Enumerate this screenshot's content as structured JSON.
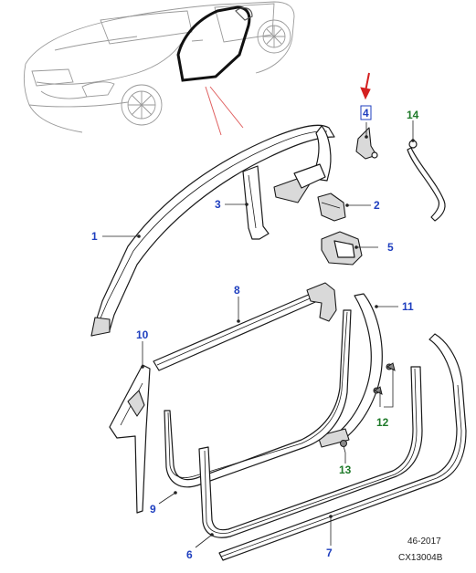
{
  "colors": {
    "callout_blue": "#1f3fbf",
    "callout_green": "#1f7a2a",
    "arrow_red": "#d42020"
  },
  "callouts": [
    {
      "id": "1",
      "label": "1",
      "color": "blue"
    },
    {
      "id": "2",
      "label": "2",
      "color": "blue"
    },
    {
      "id": "3",
      "label": "3",
      "color": "blue"
    },
    {
      "id": "4",
      "label": "4",
      "color": "blue",
      "boxed": true
    },
    {
      "id": "5",
      "label": "5",
      "color": "blue"
    },
    {
      "id": "6",
      "label": "6",
      "color": "blue"
    },
    {
      "id": "7",
      "label": "7",
      "color": "blue"
    },
    {
      "id": "8",
      "label": "8",
      "color": "blue"
    },
    {
      "id": "9",
      "label": "9",
      "color": "blue"
    },
    {
      "id": "10",
      "label": "10",
      "color": "blue"
    },
    {
      "id": "11",
      "label": "11",
      "color": "blue"
    },
    {
      "id": "12",
      "label": "12",
      "color": "green"
    },
    {
      "id": "13",
      "label": "13",
      "color": "green"
    },
    {
      "id": "14",
      "label": "14",
      "color": "green"
    }
  ],
  "footer": {
    "section_code": "46-2017",
    "illustration_code": "CX13004B"
  },
  "icons": {
    "indicator_arrow": "red-arrow-icon"
  }
}
